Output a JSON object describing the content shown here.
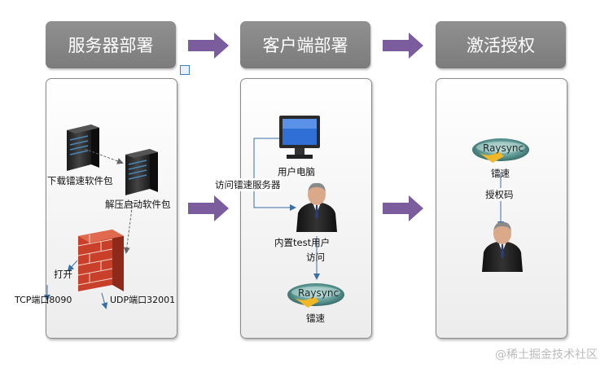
{
  "headers": {
    "server_deploy": "服务器部署",
    "client_deploy": "客户端部署",
    "activate_license": "激活授权"
  },
  "server": {
    "download_pkg": "下载镭速软件包",
    "unzip_start": "解压启动软件包",
    "open": "打开",
    "tcp_port": "TCP端口8090",
    "udp_port": "UDP端口32001"
  },
  "client": {
    "access_server": "访问镭速服务器",
    "user_pc": "用户电脑",
    "test_user": "内置test用户",
    "access": "访问",
    "raysync_label": "镭速"
  },
  "activate": {
    "raysync_label": "镭速",
    "license_code": "授权码"
  },
  "logo_text": "Raysync",
  "watermark": "@稀土掘金技术社区",
  "colors": {
    "flow_arrow": "#7b5c9c",
    "header_bg": "#858585",
    "connector": "#3a6fa5"
  }
}
